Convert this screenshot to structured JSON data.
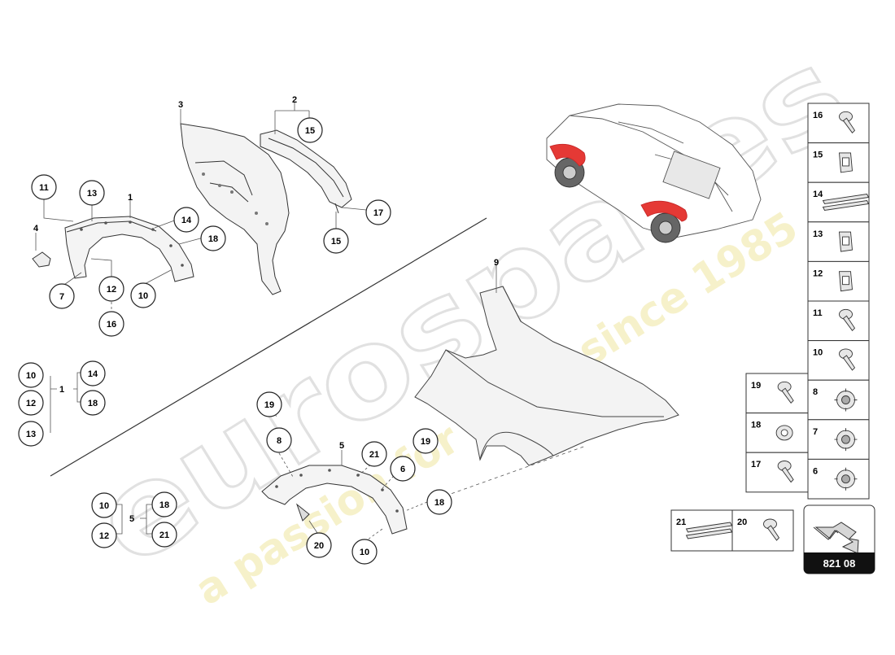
{
  "diagram": {
    "page_code": "821 08",
    "watermark": {
      "brand": "eurospares",
      "tagline": "a passion for parts since 1985"
    },
    "plain_labels": [
      "3",
      "2",
      "1",
      "4",
      "9",
      "5",
      "1",
      "5"
    ],
    "callouts": [
      "11",
      "13",
      "14",
      "18",
      "7",
      "12",
      "10",
      "16",
      "15",
      "17",
      "15",
      "10",
      "12",
      "13",
      "14",
      "18",
      "19",
      "8",
      "21",
      "19",
      "6",
      "18",
      "10",
      "12",
      "18",
      "21",
      "20",
      "10"
    ],
    "parts_table": {
      "right_column": [
        "16",
        "15",
        "14",
        "13",
        "12",
        "11",
        "10",
        "8",
        "7",
        "6"
      ],
      "left_column": [
        "19",
        "18",
        "17"
      ],
      "bottom_row": [
        "21",
        "20"
      ]
    },
    "colors": {
      "line": "#222222",
      "part_fill": "#f2f2f2",
      "highlight": "#e53935",
      "watermark": "#d9d9d9",
      "watermark_tagline": "#f3ecb0",
      "badge": "#111111"
    }
  }
}
